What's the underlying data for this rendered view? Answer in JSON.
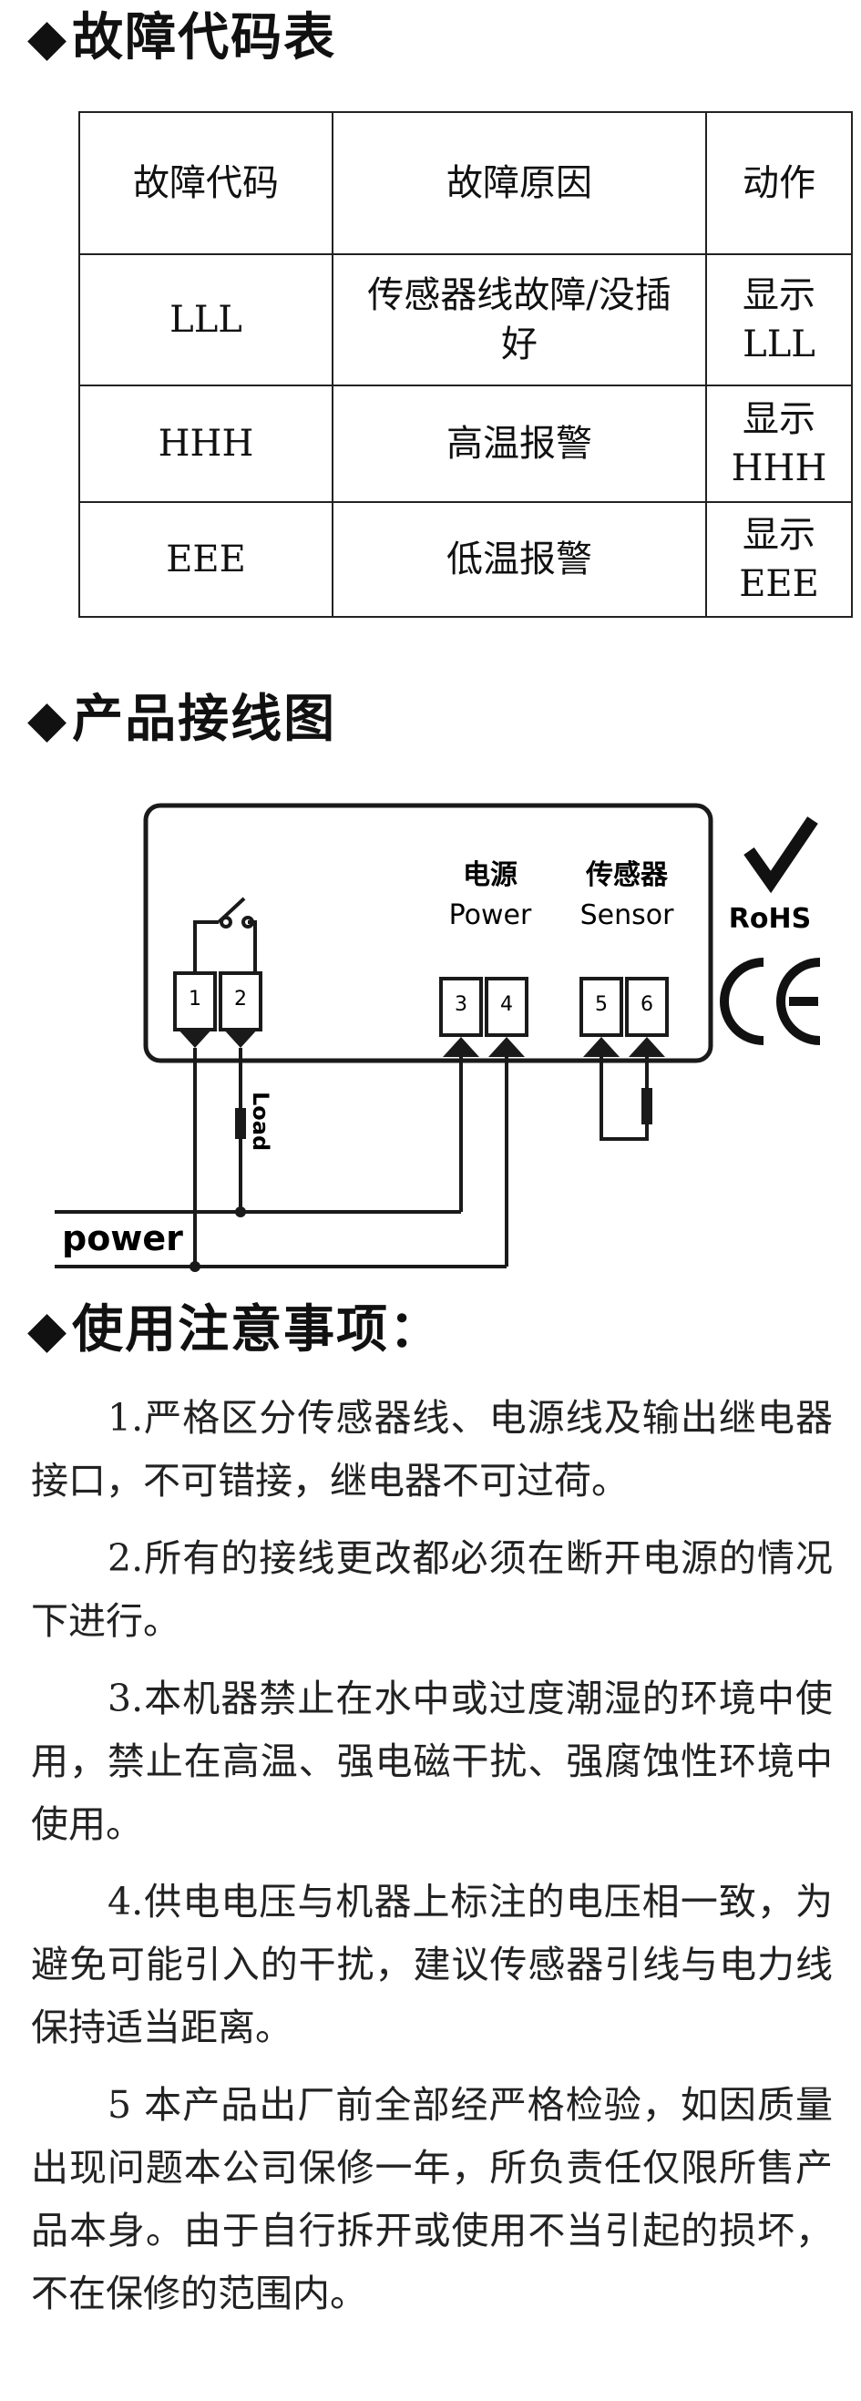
{
  "sections": {
    "fault_table": {
      "title": "故障代码表",
      "headers": {
        "code": "故障代码",
        "cause": "故障原因",
        "action": "动作"
      },
      "rows": [
        {
          "code": "LLL",
          "cause": "传感器线故障/没插好",
          "action": "显示 LLL"
        },
        {
          "code": "HHH",
          "cause": "高温报警",
          "action": "显示 HHH"
        },
        {
          "code": "EEE",
          "cause": "低温报警",
          "action": "显示 EEE"
        }
      ]
    },
    "wiring": {
      "title": "产品接线图",
      "power_cn": "电源",
      "power_en": "Power",
      "sensor_cn": "传感器",
      "sensor_en": "Sensor",
      "terminals": [
        "1",
        "2",
        "3",
        "4",
        "5",
        "6"
      ],
      "load_label": "Load",
      "power_line_label": "power",
      "rohs": "RoHS",
      "ce": "CE"
    },
    "notes": {
      "title": "使用注意事项：",
      "items": [
        "1.严格区分传感器线、电源线及输出继电器接口，不可错接，继电器不可过荷。",
        "2.所有的接线更改都必须在断开电源的情况下进行。",
        "3.本机器禁止在水中或过度潮湿的环境中使用，禁止在高温、强电磁干扰、强腐蚀性环境中使用。",
        "4.供电电压与机器上标注的电压相一致，为避免可能引入的干扰，建议传感器引线与电力线保持适当距离。",
        "5 本产品出厂前全部经严格检验，如因质量出现问题本公司保修一年，所负责任仅限所售产品本身。由于自行拆开或使用不当引起的损坏，不在保修的范围内。"
      ]
    }
  }
}
